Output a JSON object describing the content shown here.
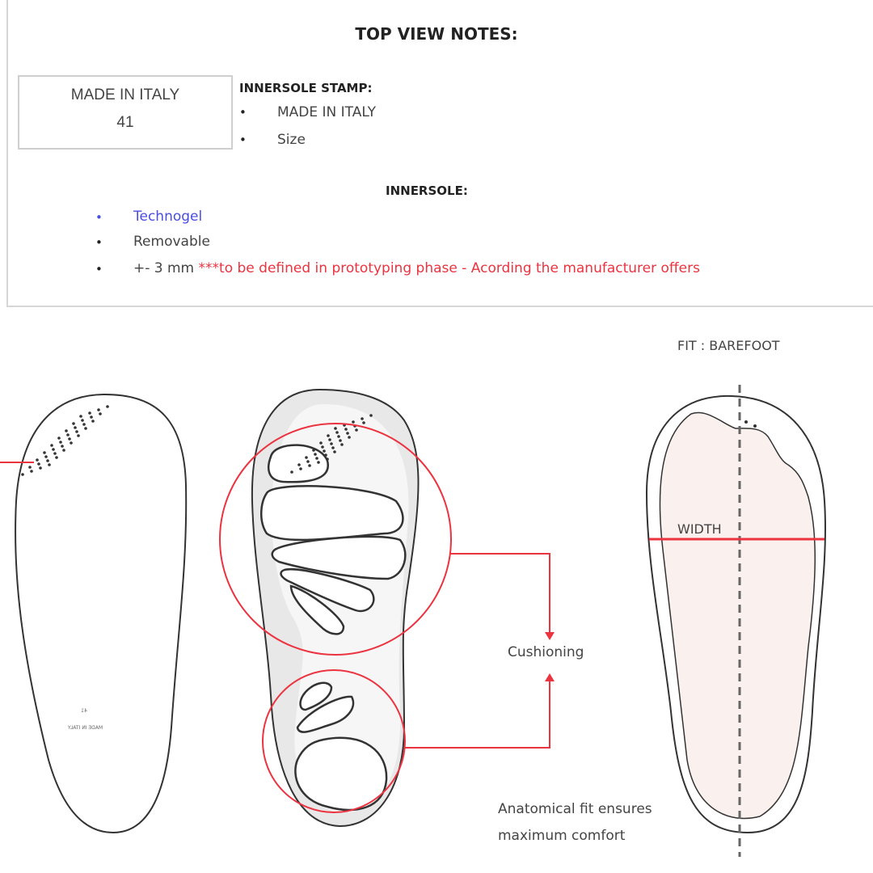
{
  "notes": {
    "title": "TOP VIEW NOTES:",
    "stamp_box": {
      "line1": "MADE IN ITALY",
      "line2": "41"
    },
    "stamp_heading": "INNERSOLE STAMP:",
    "stamp_items": [
      "MADE IN ITALY",
      "Size"
    ],
    "innersole_heading": "INNERSOLE:",
    "innersole_items": [
      {
        "text": "Technogel",
        "color": "#4a4ee0"
      },
      {
        "text": "Removable",
        "color": "#444444"
      },
      {
        "text": "+- 3 mm",
        "note": "***to be defined in prototyping phase - Acording the manufacturer offers",
        "note_color": "#ec3340"
      }
    ]
  },
  "drawing": {
    "fit_label": "FIT : BAREFOOT",
    "width_label": "WIDTH",
    "cushioning_label": "Cushioning",
    "caption_line1": "Anatomical fit ensures",
    "caption_line2": "maximum comfort",
    "insole_stamp": {
      "line1": "41",
      "line2": "MADE IN ITALY"
    },
    "accent_color": "#ec3340"
  }
}
